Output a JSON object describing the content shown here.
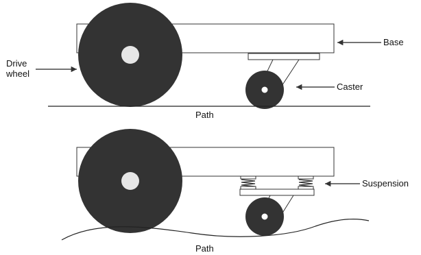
{
  "top_view": {
    "label_base": "Base",
    "label_drive_line1": "Drive",
    "label_drive_line2": "wheel",
    "label_caster": "Caster",
    "label_path": "Path"
  },
  "bottom_view": {
    "label_suspension": "Suspension",
    "label_path": "Path"
  },
  "colors": {
    "wheel": "#333333",
    "hub": "#e6e6e6",
    "outline": "#333333",
    "background": "#ffffff"
  }
}
